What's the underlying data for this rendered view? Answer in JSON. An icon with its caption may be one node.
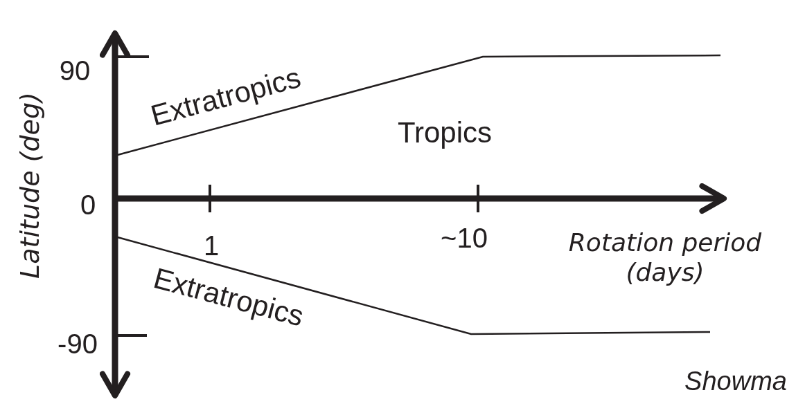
{
  "diagram": {
    "labels": [
      "90",
      "Extratropics",
      "Tropics",
      "Latitude (deg)",
      "0",
      "1",
      "~10",
      "Rotation period (days)",
      "Extratropics",
      "-90",
      "Showma"
    ]
  }
}
